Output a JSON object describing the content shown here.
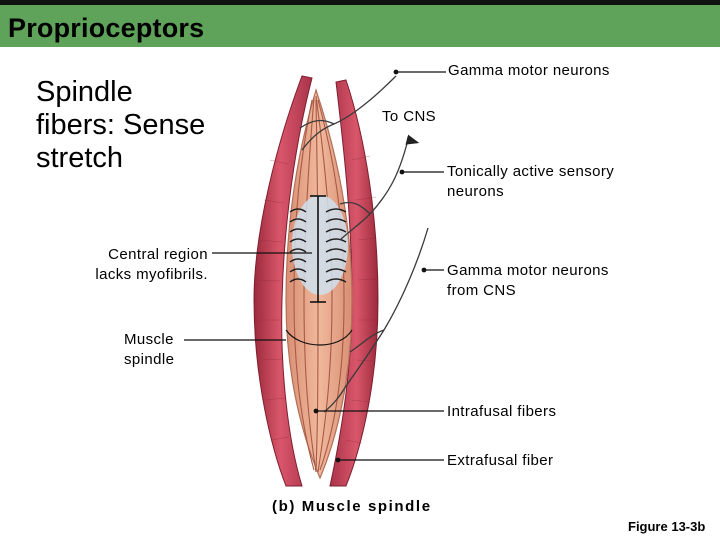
{
  "header": {
    "title": "Proprioceptors"
  },
  "heading": {
    "line1": "Spindle",
    "line2": "fibers: Sense",
    "line3": "stretch"
  },
  "labels": {
    "gamma_motor_neurons": "Gamma motor neurons",
    "to_cns": "To CNS",
    "tonically_active_line1": "Tonically active sensory",
    "tonically_active_line2": "neurons",
    "central_region_line1": "Central region",
    "central_region_line2": "lacks myofibrils.",
    "gamma_from_cns_line1": "Gamma motor neurons",
    "gamma_from_cns_line2": "from CNS",
    "muscle_spindle_line1": "Muscle",
    "muscle_spindle_line2": "spindle",
    "intrafusal_fibers": "Intrafusal fibers",
    "extrafusal_fiber": "Extrafusal fiber"
  },
  "caption": "(b) Muscle spindle",
  "figure_ref": "Figure 13-3b",
  "colors": {
    "title_bar": "#5fa35a",
    "extrafusal_muscle": "#c84a5c",
    "spindle_capsule": "#e2a58a",
    "intrafusal_fiber": "#d98a6e",
    "central_region": "#cfe0ee",
    "nerve": "#3a3a3a"
  }
}
